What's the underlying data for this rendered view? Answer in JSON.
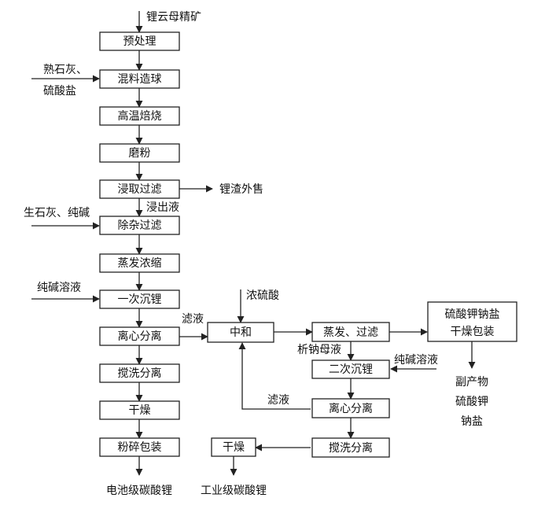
{
  "nodes": {
    "pretreat": "预处理",
    "mix": "混料造球",
    "roast": "高温焙烧",
    "grind": "磨粉",
    "leach": "浸取过滤",
    "purify": "除杂过滤",
    "evap1": "蒸发浓缩",
    "precip1": "一次沉锂",
    "centri1": "离心分离",
    "wash1": "搅洗分离",
    "dry1": "干燥",
    "pack1": "粉碎包装",
    "neutral": "中和",
    "evapfilt": "蒸发、过滤",
    "kna_dry_1": "硫酸钾钠盐",
    "kna_dry_2": "干燥包装",
    "precip2": "二次沉锂",
    "centri2": "离心分离",
    "wash2": "搅洗分离",
    "dry2": "干燥"
  },
  "labels": {
    "ore": "锂云母精矿",
    "lime_sulfate_1": "熟石灰、",
    "lime_sulfate_2": "硫酸盐",
    "residue": "锂渣外售",
    "leachate": "浸出液",
    "quicklime_soda": "生石灰、纯碱",
    "soda_solution_1": "纯碱溶液",
    "filtrate_1": "滤液",
    "conc_acid": "浓硫酸",
    "mother_liquor": "析钠母液",
    "soda_solution_2": "纯碱溶液",
    "filtrate_2": "滤液",
    "byproduct_1": "副产物",
    "byproduct_2": "硫酸钾",
    "byproduct_3": "钠盐",
    "battery_grade": "电池级碳酸锂",
    "industrial_grade": "工业级碳酸锂"
  }
}
